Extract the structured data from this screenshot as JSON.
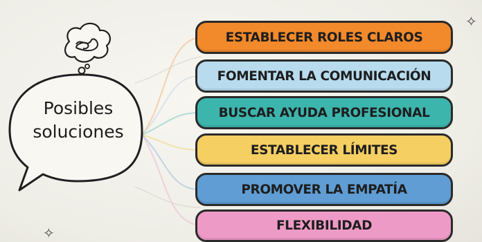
{
  "center": {
    "label_line1": "Posibles",
    "label_line2": "soluciones"
  },
  "items": [
    {
      "label": "ESTABLECER ROLES CLAROS",
      "color": "#f2892a"
    },
    {
      "label": "FOMENTAR LA COMUNICACIÓN",
      "color": "#b8dbee"
    },
    {
      "label": "BUSCAR AYUDA PROFESIONAL",
      "color": "#3cb5ad"
    },
    {
      "label": "ESTABLECER LÍMITES",
      "color": "#f6cf63"
    },
    {
      "label": "PROMOVER LA EMPATÍA",
      "color": "#5f9dd4"
    },
    {
      "label": "FLEXIBILIDAD",
      "color": "#ee9ac6"
    }
  ],
  "icons": [
    "thought-cloud-icon",
    "sparkle-icon"
  ]
}
